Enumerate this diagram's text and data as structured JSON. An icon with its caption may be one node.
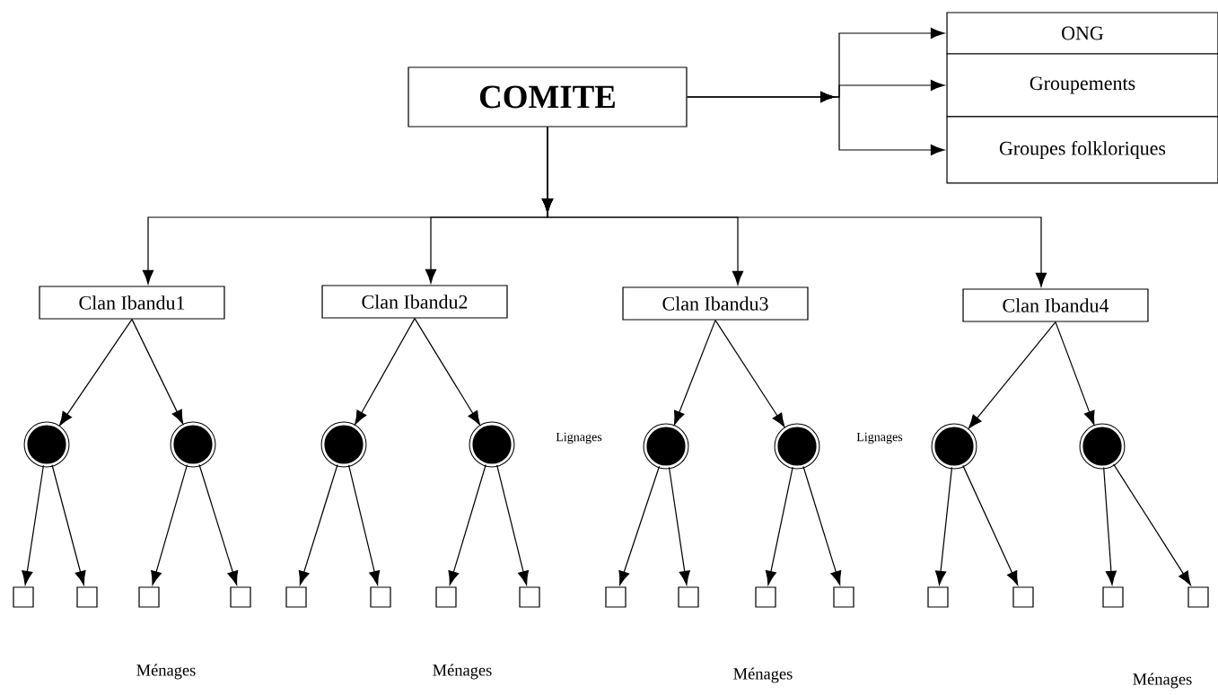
{
  "diagram": {
    "nodes": [
      {
        "text": [
          "COMITE"
        ]
      },
      {
        "text": [
          "ONG"
        ]
      },
      {
        "text": [
          "Groupements"
        ]
      },
      {
        "text": [
          "Groupes folkloriques"
        ]
      },
      {
        "text": [
          "Clan Ibandu1"
        ]
      },
      {
        "text": [
          "Clan Ibandu2"
        ]
      },
      {
        "text": [
          "Clan Ibandu3"
        ]
      },
      {
        "text": [
          "Clan Ibandu4"
        ]
      },
      {
        "text": [],
        "shape": "circle"
      },
      {
        "text": [],
        "shape": "circle"
      },
      {
        "text": [],
        "shape": "circle"
      },
      {
        "text": [],
        "shape": "circle"
      },
      {
        "text": [],
        "shape": "circle"
      },
      {
        "text": [],
        "shape": "circle"
      },
      {
        "text": [],
        "shape": "circle"
      },
      {
        "text": [],
        "shape": "circle"
      },
      {
        "text": [],
        "shape": "box"
      },
      {
        "text": [],
        "shape": "box"
      },
      {
        "text": [],
        "shape": "box"
      },
      {
        "text": [],
        "shape": "box"
      },
      {
        "text": [],
        "shape": "box"
      },
      {
        "text": [],
        "shape": "box"
      },
      {
        "text": [],
        "shape": "box"
      },
      {
        "text": [],
        "shape": "box"
      },
      {
        "text": [],
        "shape": "box"
      },
      {
        "text": [],
        "shape": "box"
      },
      {
        "text": [],
        "shape": "box"
      },
      {
        "text": [],
        "shape": "box"
      },
      {
        "text": [],
        "shape": "box"
      },
      {
        "text": [],
        "shape": "box"
      },
      {
        "text": [],
        "shape": "box"
      },
      {
        "text": [],
        "shape": "box"
      }
    ],
    "edges": [
      {
        "from": 0,
        "to": 1,
        "arrow": "to"
      },
      {
        "from": 0,
        "to": 2,
        "arrow": "to"
      },
      {
        "from": 0,
        "to": 3,
        "arrow": "to"
      },
      {
        "from": 0,
        "to": 4,
        "arrow": "to"
      },
      {
        "from": 0,
        "to": 5,
        "arrow": "to"
      },
      {
        "from": 0,
        "to": 6,
        "arrow": "to"
      },
      {
        "from": 0,
        "to": 7,
        "arrow": "to"
      },
      {
        "from": 4,
        "to": 8,
        "arrow": "to"
      },
      {
        "from": 4,
        "to": 9,
        "arrow": "to"
      },
      {
        "from": 5,
        "to": 10,
        "arrow": "to"
      },
      {
        "from": 5,
        "to": 11,
        "arrow": "to"
      },
      {
        "from": 6,
        "to": 12,
        "arrow": "to"
      },
      {
        "from": 6,
        "to": 13,
        "arrow": "to"
      },
      {
        "from": 7,
        "to": 14,
        "arrow": "to"
      },
      {
        "from": 7,
        "to": 15,
        "arrow": "to"
      },
      {
        "from": 8,
        "to": 16,
        "arrow": "to"
      },
      {
        "from": 8,
        "to": 17,
        "arrow": "to"
      },
      {
        "from": 9,
        "to": 18,
        "arrow": "to"
      },
      {
        "from": 9,
        "to": 19,
        "arrow": "to"
      },
      {
        "from": 10,
        "to": 20,
        "arrow": "to"
      },
      {
        "from": 10,
        "to": 21,
        "arrow": "to"
      },
      {
        "from": 11,
        "to": 22,
        "arrow": "to"
      },
      {
        "from": 11,
        "to": 23,
        "arrow": "to"
      },
      {
        "from": 12,
        "to": 24,
        "arrow": "to"
      },
      {
        "from": 12,
        "to": 25,
        "arrow": "to"
      },
      {
        "from": 13,
        "to": 26,
        "arrow": "to"
      },
      {
        "from": 13,
        "to": 27,
        "arrow": "to"
      },
      {
        "from": 14,
        "to": 28,
        "arrow": "to"
      },
      {
        "from": 14,
        "to": 29,
        "arrow": "to"
      },
      {
        "from": 15,
        "to": 30,
        "arrow": "to"
      },
      {
        "from": 15,
        "to": 31,
        "arrow": "to"
      }
    ],
    "labels": [
      "Lignages",
      "Lignages",
      "Ménages",
      "Ménages",
      "Ménages",
      "Ménages"
    ]
  }
}
